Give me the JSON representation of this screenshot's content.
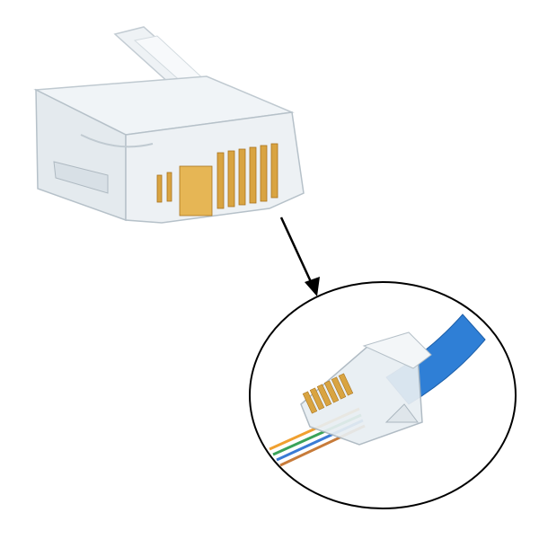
{
  "colors": {
    "background": "#ffffff",
    "plastic": "#e6ecf1",
    "plastic_edge": "#b9c4cc",
    "contacts_gold": "#d9a441",
    "cable_blue": "#2f7fd6",
    "outline": "#000000"
  },
  "icons": [
    "rj45-connector-image",
    "arrow-pointer",
    "zoom-callout-circle",
    "crimped-cable-image"
  ]
}
